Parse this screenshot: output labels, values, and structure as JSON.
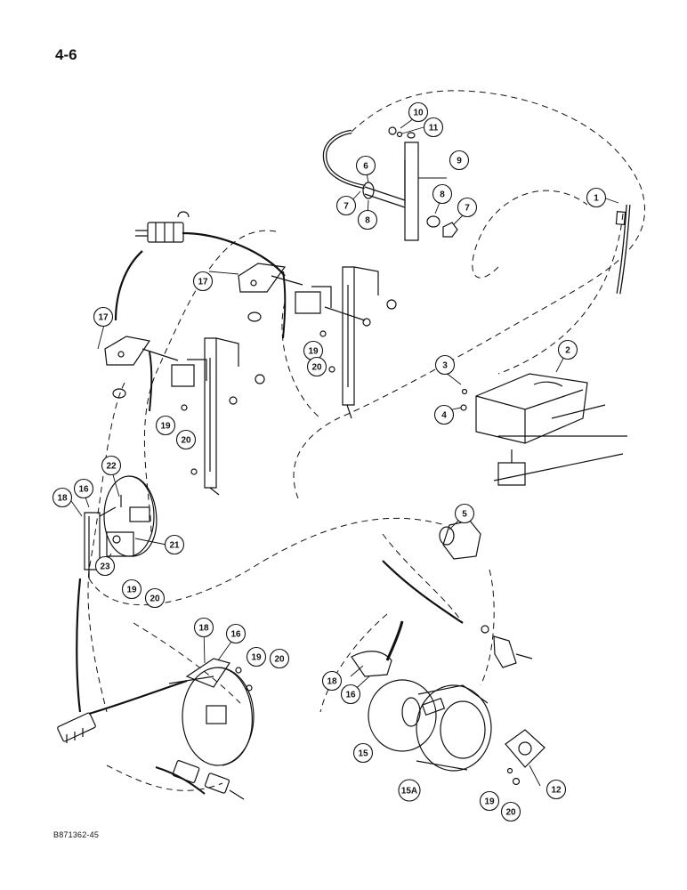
{
  "page_number": "4-6",
  "figure_code": "B871362-45",
  "callouts": [
    {
      "id": "c1",
      "label": "1"
    },
    {
      "id": "c2",
      "label": "2"
    },
    {
      "id": "c3",
      "label": "3"
    },
    {
      "id": "c4",
      "label": "4"
    },
    {
      "id": "c5",
      "label": "5"
    },
    {
      "id": "c6",
      "label": "6"
    },
    {
      "id": "c7a",
      "label": "7"
    },
    {
      "id": "c7b",
      "label": "7"
    },
    {
      "id": "c8a",
      "label": "8"
    },
    {
      "id": "c8b",
      "label": "8"
    },
    {
      "id": "c9",
      "label": "9"
    },
    {
      "id": "c10",
      "label": "10"
    },
    {
      "id": "c11",
      "label": "11"
    },
    {
      "id": "c12",
      "label": "12"
    },
    {
      "id": "c15",
      "label": "15"
    },
    {
      "id": "c15a",
      "label": "15A"
    },
    {
      "id": "c16a",
      "label": "16"
    },
    {
      "id": "c16b",
      "label": "16"
    },
    {
      "id": "c16c",
      "label": "16"
    },
    {
      "id": "c17a",
      "label": "17"
    },
    {
      "id": "c17b",
      "label": "17"
    },
    {
      "id": "c18a",
      "label": "18"
    },
    {
      "id": "c18b",
      "label": "18"
    },
    {
      "id": "c18c",
      "label": "18"
    },
    {
      "id": "c19a",
      "label": "19"
    },
    {
      "id": "c19b",
      "label": "19"
    },
    {
      "id": "c19c",
      "label": "19"
    },
    {
      "id": "c19d",
      "label": "19"
    },
    {
      "id": "c19e",
      "label": "19"
    },
    {
      "id": "c20a",
      "label": "20"
    },
    {
      "id": "c20b",
      "label": "20"
    },
    {
      "id": "c20c",
      "label": "20"
    },
    {
      "id": "c20d",
      "label": "20"
    },
    {
      "id": "c20e",
      "label": "20"
    },
    {
      "id": "c21",
      "label": "21"
    },
    {
      "id": "c22",
      "label": "22"
    },
    {
      "id": "c23",
      "label": "23"
    }
  ]
}
